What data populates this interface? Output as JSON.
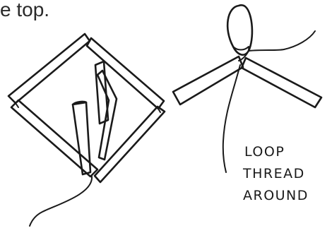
{
  "caption_fragment": "e top.",
  "handwritten_label": {
    "line1": "LOOP",
    "line2": "THREAD",
    "line3": "AROUND"
  }
}
